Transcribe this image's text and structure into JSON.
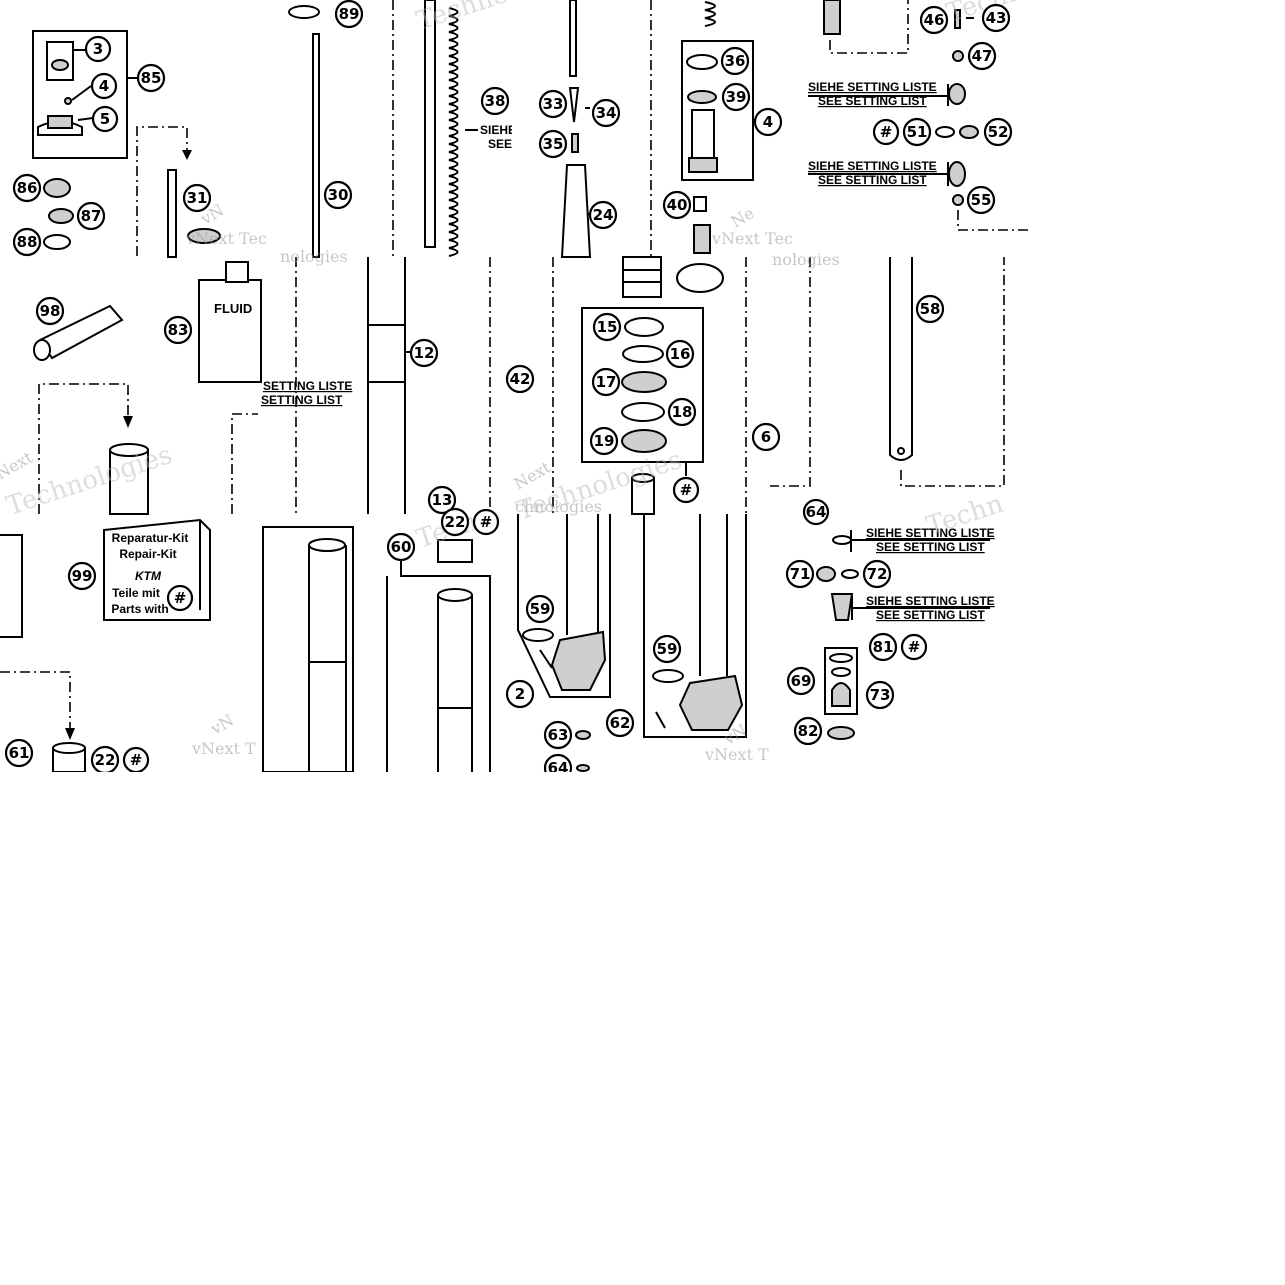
{
  "labels": {
    "setting_de": "SIEHE SETTING LISTE",
    "setting_en": "SEE SETTING LIST",
    "setting_de_short": "SIEHE",
    "setting_en_short": "SEE",
    "setting_de_partial": "SETTING LISTE",
    "setting_en_partial": "SETTING LIST",
    "fluid": "FLUID",
    "kit_de": "Reparatur-Kit",
    "kit_en": "Repair-Kit",
    "kit_brand": "KTM",
    "kit_teile": "Teile mit",
    "kit_parts": "Parts with",
    "hash": "#"
  },
  "watermarks": {
    "vnext": "vNext Tec",
    "vnext2": "vNext T",
    "technologies": "Technologies",
    "next": "Next",
    "nologies": "nologies",
    "techno": "Techno",
    "vn": "vN",
    "ne": "Ne",
    "tech": "Techn",
    "chnologies": "chnologies"
  },
  "callouts": {
    "c3": "3",
    "c4": "4",
    "c5": "5",
    "c85": "85",
    "c86": "86",
    "c87": "87",
    "c88": "88",
    "c31": "31",
    "c89": "89",
    "c30": "30",
    "c38": "38",
    "c33": "33",
    "c34": "34",
    "c35": "35",
    "c24": "24",
    "c36": "36",
    "c39": "39",
    "c40": "40",
    "c46": "46",
    "c43": "43",
    "c47": "47",
    "c51": "51",
    "c52": "52",
    "c55": "55",
    "c98": "98",
    "c83": "83",
    "c12": "12",
    "c13": "13",
    "c42": "42",
    "c15": "15",
    "c16": "16",
    "c17": "17",
    "c18": "18",
    "c19": "19",
    "c58": "58",
    "c99": "99",
    "c61": "61",
    "c22": "22",
    "c60": "60",
    "c59": "59",
    "c62": "62",
    "c63": "63",
    "c64": "64",
    "c71": "71",
    "c72": "72",
    "c81": "81",
    "c69": "69",
    "c73": "73",
    "c82": "82",
    "c_edge_4": "4",
    "c_edge_6": "6",
    "c_edge_2": "2",
    "c_edge_64": "64",
    "c_edge_22": "22"
  }
}
